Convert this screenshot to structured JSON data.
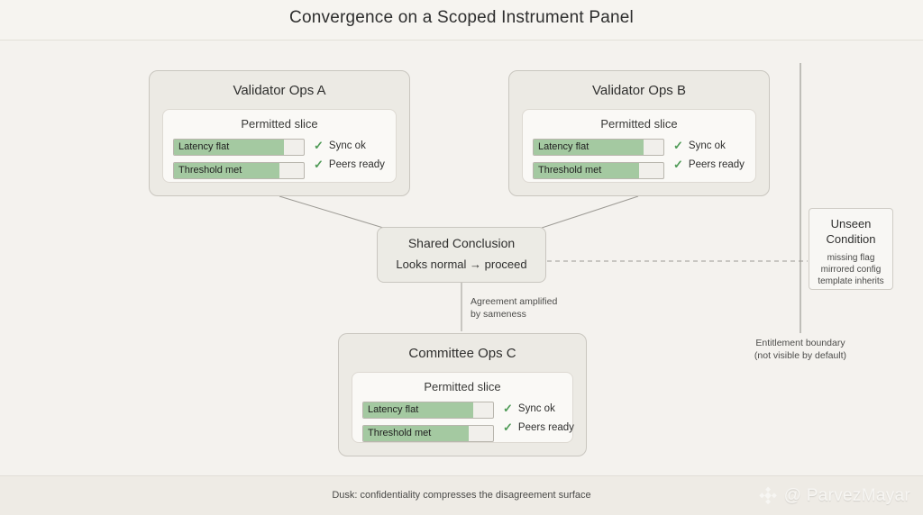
{
  "header": {
    "title": "Convergence on a Scoped Instrument Panel"
  },
  "footer": {
    "note": "Dusk: confidentiality compresses the disagreement surface",
    "watermark": "@ ParvezMayar",
    "watermark_logo": "diamond-cluster-logo"
  },
  "colors": {
    "background": "#f4f2ee",
    "card_fill": "#eceae4",
    "card_border": "#c9c6bf",
    "panel_fill": "#faf9f6",
    "meter_fill": "#a4c9a1",
    "check_green": "#4f9b57",
    "line": "#9c9a94"
  },
  "cards": [
    {
      "id": "validator-ops-a",
      "title": "Validator Ops A",
      "panel_title": "Permitted slice",
      "meters": [
        {
          "label": "Latency flat",
          "percent": 85
        },
        {
          "label": "Threshold met",
          "percent": 81
        }
      ],
      "checks": [
        {
          "icon": "check-icon",
          "label": "Sync ok"
        },
        {
          "icon": "check-icon",
          "label": "Peers ready"
        }
      ]
    },
    {
      "id": "validator-ops-b",
      "title": "Validator Ops B",
      "panel_title": "Permitted slice",
      "meters": [
        {
          "label": "Latency flat",
          "percent": 85
        },
        {
          "label": "Threshold met",
          "percent": 81
        }
      ],
      "checks": [
        {
          "icon": "check-icon",
          "label": "Sync ok"
        },
        {
          "icon": "check-icon",
          "label": "Peers ready"
        }
      ]
    },
    {
      "id": "committee-ops-c",
      "title": "Committee Ops C",
      "panel_title": "Permitted slice",
      "meters": [
        {
          "label": "Latency flat",
          "percent": 85
        },
        {
          "label": "Threshold met",
          "percent": 81
        }
      ],
      "checks": [
        {
          "icon": "check-icon",
          "label": "Sync ok"
        },
        {
          "icon": "check-icon",
          "label": "Peers ready"
        }
      ]
    }
  ],
  "conclusion": {
    "title": "Shared Conclusion",
    "subtitle": "Looks normal → proceed"
  },
  "annotations": {
    "amplify_line1": "Agreement amplified",
    "amplify_line2": "by sameness",
    "boundary_line1": "Entitlement boundary",
    "boundary_line2": "(not visible by default)"
  },
  "unseen": {
    "title_line1": "Unseen",
    "title_line2": "Condition",
    "items_line1": "missing flag",
    "items_line2": "mirrored config",
    "items_line3": "template inherits"
  }
}
